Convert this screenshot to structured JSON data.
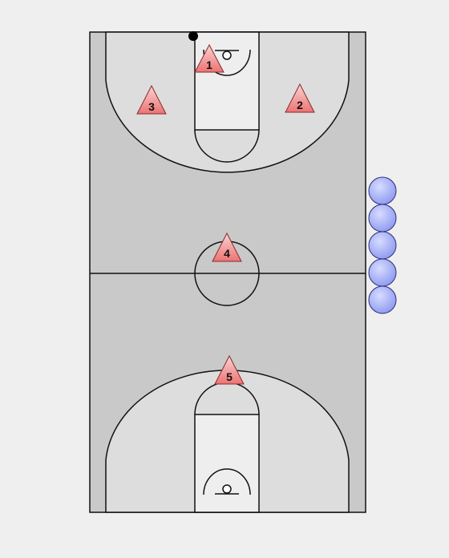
{
  "diagram": {
    "background_color": "#efefef",
    "court_colors": {
      "surround": "#c9c9c9",
      "key_area": "#dddddd",
      "paint": "#eeeeee",
      "line": "#111111"
    },
    "players": [
      {
        "id": "player-1",
        "label": "1",
        "shape": "triangle",
        "color": "#f08080",
        "has_ball": true
      },
      {
        "id": "player-2",
        "label": "2",
        "shape": "triangle",
        "color": "#f08080",
        "has_ball": false
      },
      {
        "id": "player-3",
        "label": "3",
        "shape": "triangle",
        "color": "#f08080",
        "has_ball": false
      },
      {
        "id": "player-4",
        "label": "4",
        "shape": "triangle",
        "color": "#f08080",
        "has_ball": false
      },
      {
        "id": "player-5",
        "label": "5",
        "shape": "triangle",
        "color": "#f08080",
        "has_ball": false
      }
    ],
    "bench_players": {
      "count": 5,
      "shape": "circle",
      "color": "#9aa6f5"
    },
    "ball": {
      "color": "#000000"
    }
  }
}
